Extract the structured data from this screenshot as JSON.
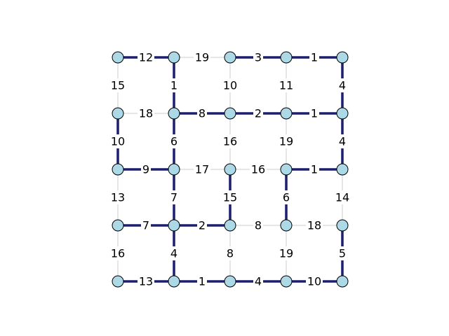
{
  "colors": {
    "grid_edge": "#cccccc",
    "tree_edge": "#1b1f6e",
    "node_fill": "#add8e6",
    "node_stroke": "#000000",
    "label_bg": "#ffffff",
    "label_text": "#000000"
  },
  "graph": {
    "rows": 5,
    "cols": 5,
    "horizontal_weights": [
      [
        12,
        19,
        3,
        1
      ],
      [
        18,
        8,
        2,
        1
      ],
      [
        9,
        17,
        16,
        1
      ],
      [
        7,
        2,
        8,
        18
      ],
      [
        13,
        1,
        4,
        10
      ]
    ],
    "vertical_weights": [
      [
        15,
        1,
        10,
        11,
        4
      ],
      [
        10,
        6,
        16,
        19,
        4
      ],
      [
        13,
        7,
        15,
        6,
        14
      ],
      [
        16,
        4,
        8,
        19,
        5
      ]
    ],
    "horizontal_in_tree": [
      [
        true,
        false,
        true,
        true
      ],
      [
        false,
        true,
        true,
        true
      ],
      [
        true,
        false,
        false,
        true
      ],
      [
        true,
        true,
        false,
        false
      ],
      [
        true,
        true,
        true,
        true
      ]
    ],
    "vertical_in_tree": [
      [
        false,
        true,
        false,
        false,
        true
      ],
      [
        true,
        true,
        false,
        false,
        true
      ],
      [
        false,
        true,
        true,
        true,
        false
      ],
      [
        false,
        true,
        false,
        false,
        true
      ]
    ]
  }
}
